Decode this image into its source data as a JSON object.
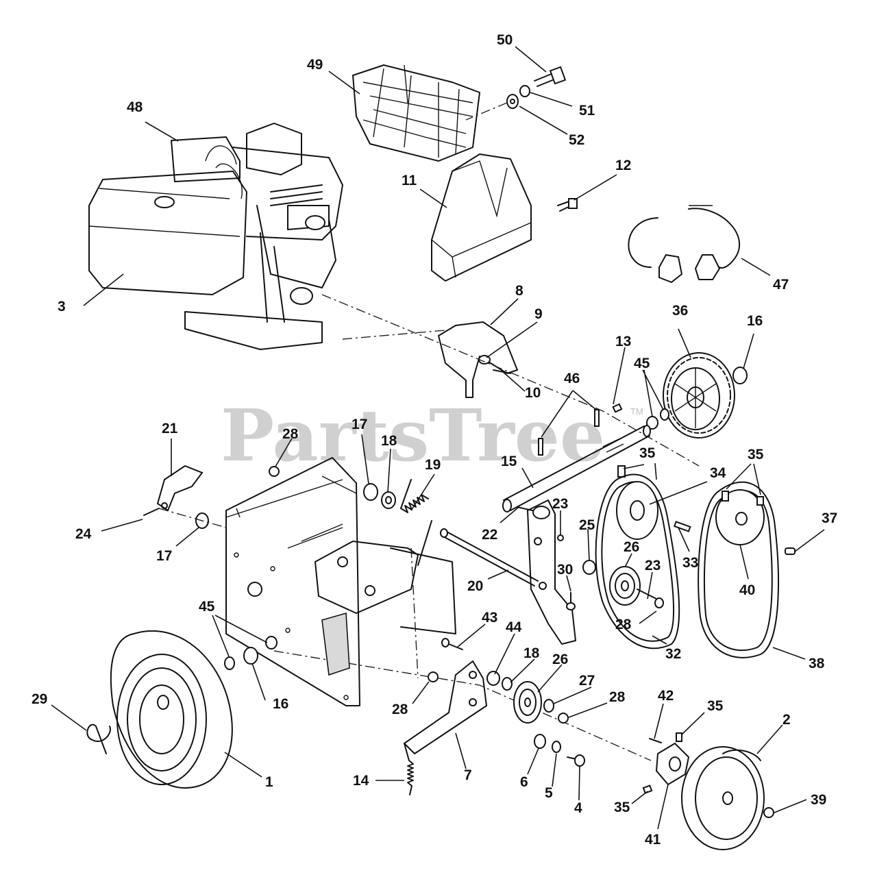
{
  "watermark": {
    "text": "PartsTree",
    "trademark": "TM"
  },
  "callouts": [
    "50",
    "49",
    "51",
    "48",
    "52",
    "12",
    "11",
    "47",
    "3",
    "8",
    "9",
    "36",
    "16",
    "13",
    "45",
    "10",
    "46",
    "21",
    "17",
    "18",
    "19",
    "28",
    "35",
    "15",
    "34",
    "35",
    "37",
    "24",
    "23",
    "22",
    "25",
    "17",
    "26",
    "23",
    "33",
    "30",
    "20",
    "40",
    "45",
    "28",
    "32",
    "38",
    "43",
    "44",
    "18",
    "26",
    "27",
    "29",
    "28",
    "16",
    "28",
    "42",
    "35",
    "2",
    "1",
    "14",
    "7",
    "6",
    "5",
    "4",
    "39",
    "35",
    "41"
  ]
}
